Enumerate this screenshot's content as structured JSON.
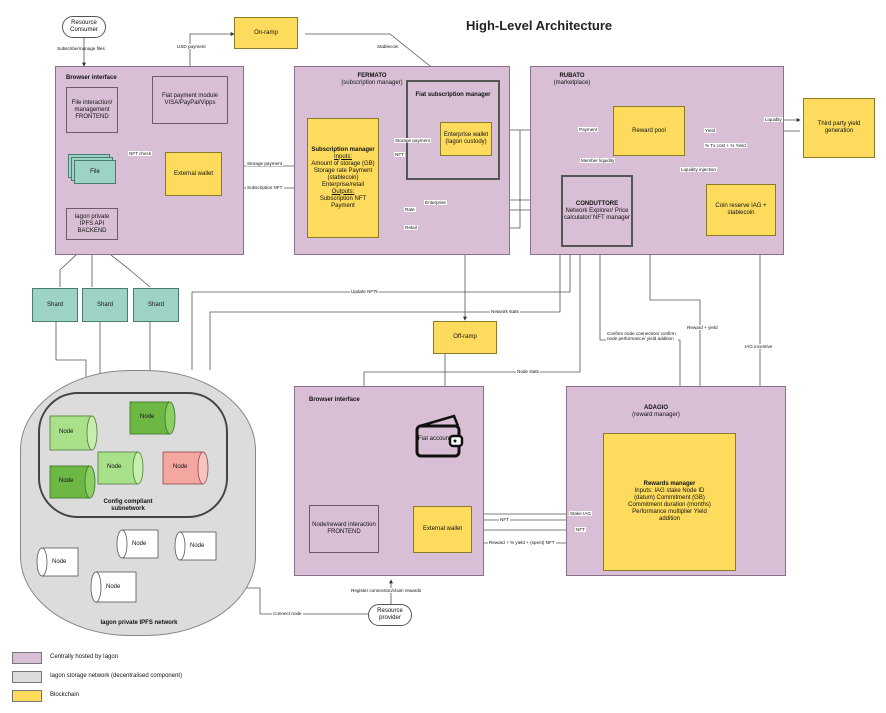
{
  "title": "High-Level Architecture",
  "nodes": {
    "resource_consumer": "Resource Consumer",
    "on_ramp": "On-ramp",
    "off_ramp": "Off-ramp",
    "third_party": "Third party yield generation",
    "resource_provider": "Resource provider"
  },
  "browser_top": {
    "title": "Browser interface",
    "file_interaction": "File interaction/ management FRONTEND",
    "fiat_payment": "Fiat payment module VISA/PayPal/Vipps",
    "file": "File",
    "external_wallet": "External wallet",
    "ipfs_api": "Iagon private IPFS API BACKEND"
  },
  "fermato": {
    "title": "FERMATO",
    "subtitle": "(subscription manager)",
    "sub_manager_title": "Subscription manager",
    "inputs_heading": "Inputs:",
    "inputs": "Amount of storage (GB) Storage rate Payment (stablecoin) Enterprise/retail",
    "outputs_heading": "Outputs:",
    "outputs": "Subscription NFT Payment",
    "fiat_sub_title": "Fiat subscription manager",
    "enterprise_wallet": "Enterprise wallet (Iagon custody)"
  },
  "rubato": {
    "title": "RUBATO",
    "subtitle": "(marketplace)",
    "reward_pool": "Reward pool",
    "coin_reserve": "Coin reserve IAG + stablecoin",
    "conduttore_title": "CONDUTTORE",
    "conduttore_body": "Network Explorer/ Price calculator/ NFT manager"
  },
  "browser_bottom": {
    "title": "Browser interface",
    "fiat_account": "Fiat account",
    "node_reward": "Node/reward interaction FRONTEND",
    "external_wallet": "External wallet"
  },
  "adagio": {
    "title": "ADAGIO",
    "subtitle": "(reward manager)",
    "rewards_title": "Rewards manager",
    "rewards_body": "Inputs: IAG stake Node ID (datum) Commitment (GB) Commitment duration (months) Performance multiplier Yield addition"
  },
  "storage": {
    "shard": "Shard",
    "node": "Node",
    "subnetwork": "Config compliant subnetwork",
    "network": "Iagon private IPFS network"
  },
  "edge_labels": {
    "subscribe": "Subscribe/manage files",
    "usd_payment": "USD payment",
    "stablecoin": "Stablecoin",
    "nft_check": "NFT check",
    "storage_payment_1": "Storage payment",
    "storage_payment_2": "Storage payment",
    "subscription_nft": "Subscription NFT",
    "nft": "NFT",
    "enterprise": "Enterprise",
    "rate": "Rate",
    "retail": "Retail",
    "payment": "Payment",
    "yield": "Yield",
    "liquidity": "Liquidity",
    "tx_cost": "% Tx cost + % Yield",
    "member_liquidity": "Member liquidity",
    "liquidity_injection": "Liquidity injection",
    "update_nfts": "Update NFTs",
    "network_stats": "Network stats",
    "node_stats": "Node stats",
    "confirm_node": "Confirm node connection/ confirm node performance/ yield addition",
    "reward_yield": "Reward + yield",
    "iag_incentive": "IAG incentive",
    "stake_iag": "Stake IAG",
    "nft_a": "NFT",
    "nft_b": "NFT",
    "reward_spent": "Reward + % yield + (spent) NFT",
    "register": "Register connection/claim rewards",
    "connect_node": "Connect node"
  },
  "legend": [
    {
      "label": "Centrally hosted by Iagon",
      "color": "#d9bfd6"
    },
    {
      "label": "Iagon storage network (decentralised component)",
      "color": "#dcdcdc"
    },
    {
      "label": "Blockchain",
      "color": "#fddb5c"
    }
  ],
  "colors": {
    "region": "#d9bfd6",
    "blockchain": "#fddb5c",
    "shard": "#9dd3c6",
    "node_light": "#a9e08a",
    "node_dark": "#6db845",
    "node_red": "#f4a6a0"
  }
}
